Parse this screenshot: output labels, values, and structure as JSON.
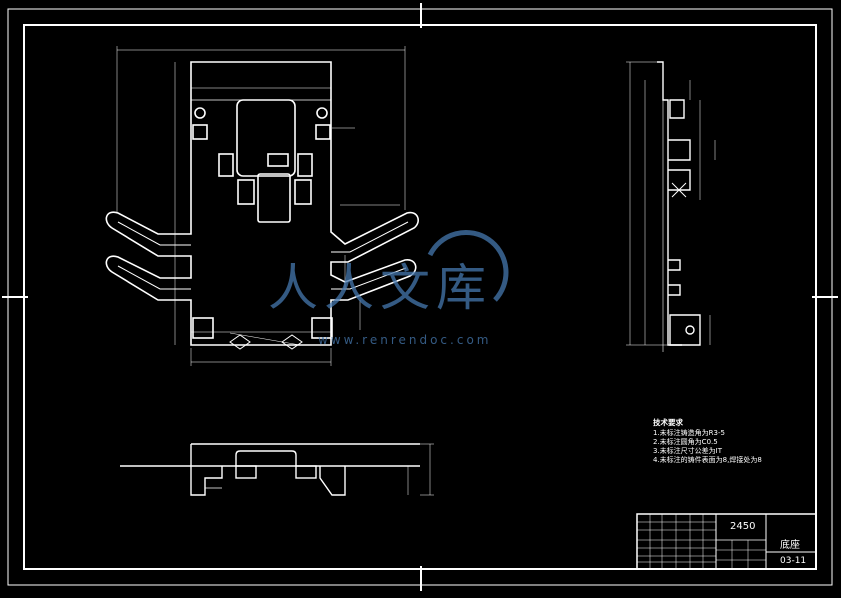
{
  "colors": {
    "background": "#000000",
    "line": "#ffffff",
    "watermark": "#4678af"
  },
  "technical_requirements": {
    "title": "技术要求",
    "items": [
      "1.未标注铸造角为R3-5",
      "2.未标注圆角为C0.5",
      "3.未标注尺寸公差为IT",
      "4.未标注的铸件表面为8,焊接处为8"
    ]
  },
  "title_block": {
    "scale": "2450",
    "name": "底座",
    "drawing_number": "03-11"
  },
  "watermark": {
    "text": "人人文库",
    "url": "www.renrendoc.com"
  }
}
